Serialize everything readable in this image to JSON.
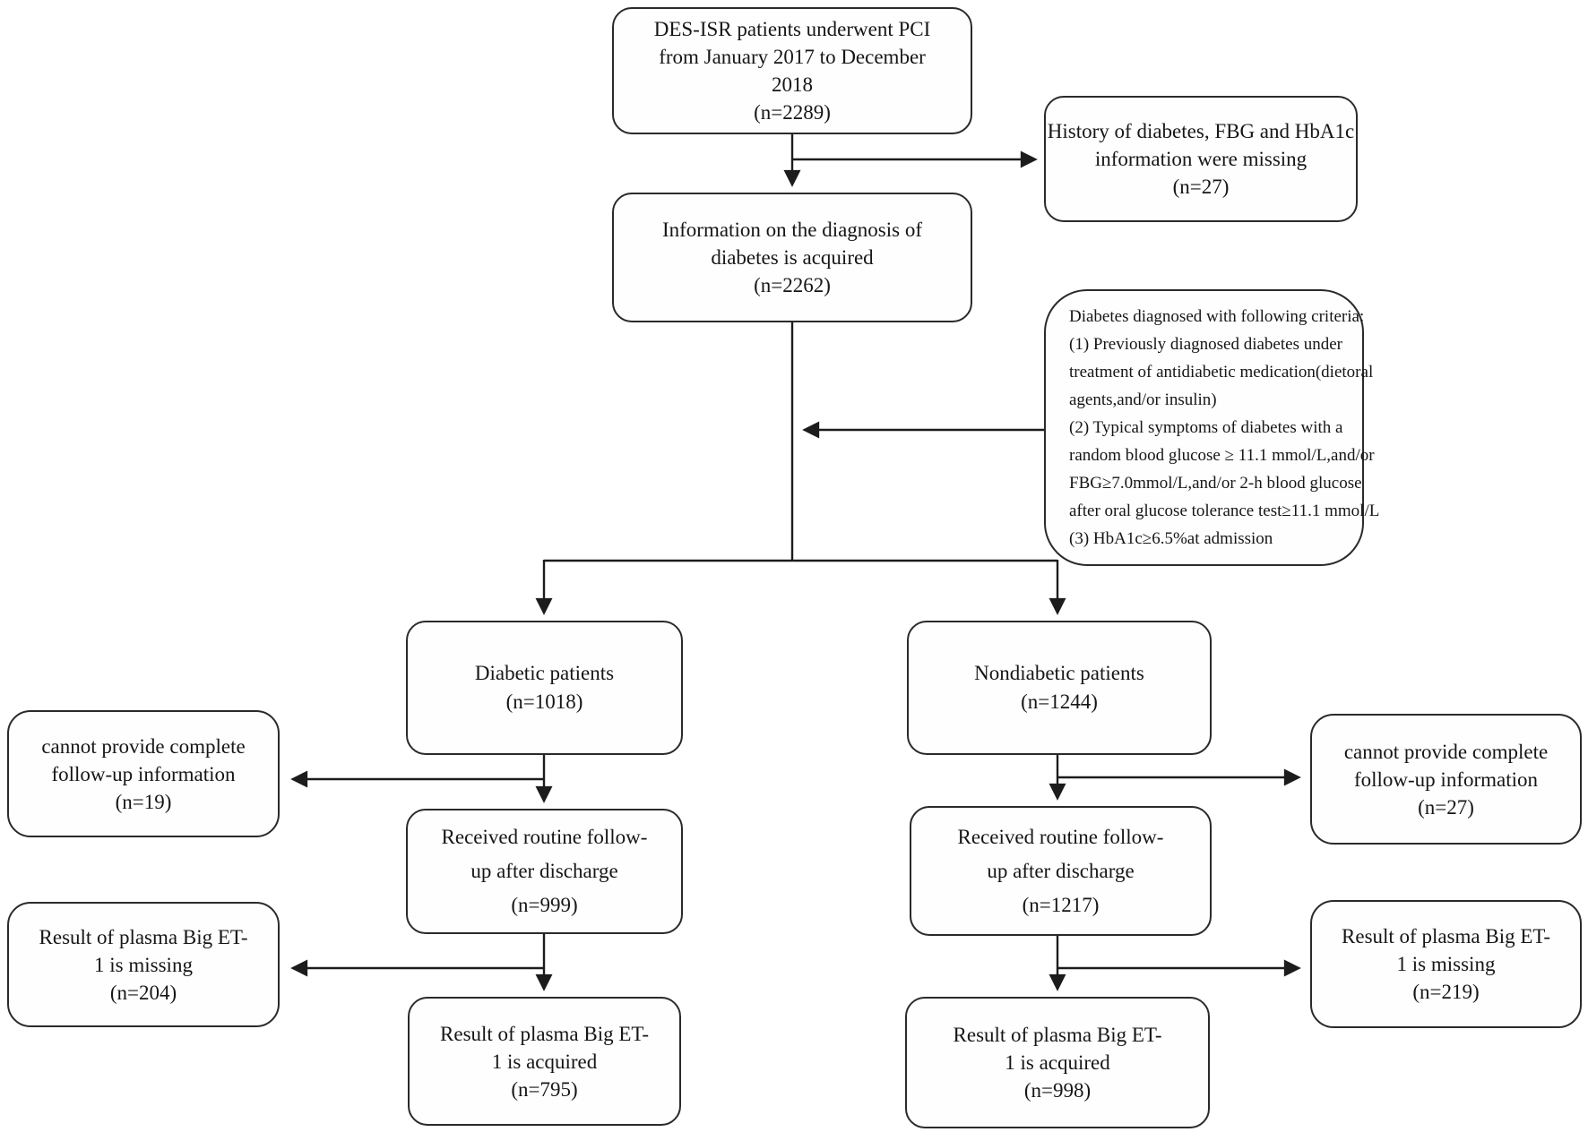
{
  "figure": {
    "kind": "patient-enrollment-flowchart",
    "colors": {
      "line": "#1c1c1c",
      "border": "#2a2a2a",
      "text": "#161616",
      "background": "#ffffff"
    }
  },
  "nodes": {
    "enrollment": {
      "lines": [
        "DES-ISR patients underwent PCI",
        "from January 2017 to December",
        "2018",
        "(n=2289)"
      ]
    },
    "missing_baseline": {
      "lines": [
        "History of diabetes, FBG and HbA1c",
        "information were missing",
        "(n=27)"
      ]
    },
    "diagnosis_acquired": {
      "lines": [
        "Information on the diagnosis of",
        "diabetes is acquired",
        "(n=2262)"
      ]
    },
    "criteria": {
      "lines": [
        "Diabetes diagnosed with following criteria:",
        "(1) Previously diagnosed diabetes under",
        "treatment of antidiabetic medication(dietoral",
        "agents,and/or insulin)",
        "(2) Typical symptoms of diabetes with a",
        "random blood glucose ≥ 11.1 mmol/L,and/or",
        "FBG≥7.0mmol/L,and/or 2-h blood glucose",
        "after oral glucose tolerance test≥11.1 mmol/L",
        "(3) HbA1c≥6.5%at admission"
      ]
    },
    "diabetic": {
      "lines": [
        "Diabetic patients",
        "(n=1018)"
      ]
    },
    "nondiabetic": {
      "lines": [
        "Nondiabetic patients",
        "(n=1244)"
      ]
    },
    "no_followup_left": {
      "lines": [
        "cannot provide complete",
        "follow-up information",
        "(n=19)"
      ]
    },
    "no_followup_right": {
      "lines": [
        "cannot provide complete",
        "follow-up information",
        "(n=27)"
      ]
    },
    "followup_left": {
      "lines": [
        "Received routine follow-",
        "up after discharge",
        "(n=999)"
      ]
    },
    "followup_right": {
      "lines": [
        "Received routine follow-",
        "up after discharge",
        "(n=1217)"
      ]
    },
    "biget_missing_left": {
      "lines": [
        "Result of plasma Big ET-",
        "1 is  missing",
        "(n=204)"
      ]
    },
    "biget_missing_right": {
      "lines": [
        "Result of plasma Big ET-",
        "1 is  missing",
        "(n=219)"
      ]
    },
    "biget_acquired_left": {
      "lines": [
        "Result of plasma Big ET-",
        "1 is acquired",
        "(n=795)"
      ]
    },
    "biget_acquired_right": {
      "lines": [
        "Result of plasma Big ET-",
        "1 is acquired",
        "(n=998)"
      ]
    }
  }
}
